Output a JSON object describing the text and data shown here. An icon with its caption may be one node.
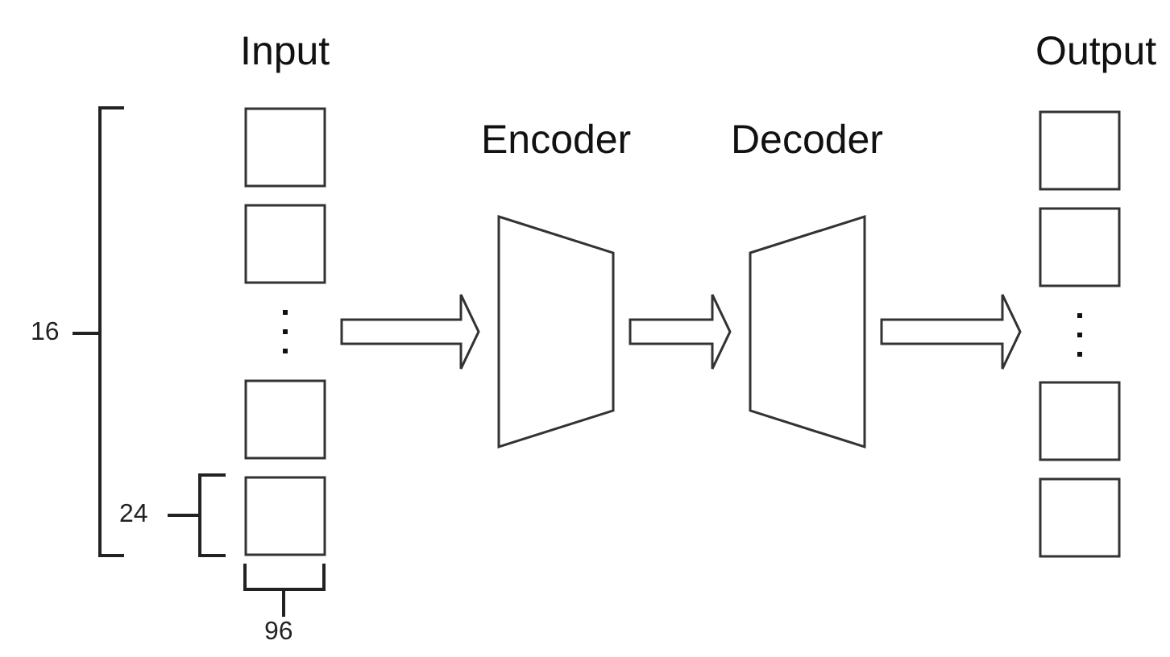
{
  "diagram": {
    "nodes": [
      {
        "text": [
          "Input"
        ]
      },
      {
        "text": [
          "Encoder"
        ]
      },
      {
        "text": [
          "Decoder"
        ]
      },
      {
        "text": [
          "Output"
        ]
      }
    ],
    "edges": [
      {
        "from": 0,
        "to": 1,
        "arrow": "to"
      },
      {
        "from": 1,
        "to": 2,
        "arrow": "to"
      },
      {
        "from": 2,
        "to": 3,
        "arrow": "to"
      }
    ],
    "labels": [
      "16",
      "24",
      "96"
    ]
  }
}
